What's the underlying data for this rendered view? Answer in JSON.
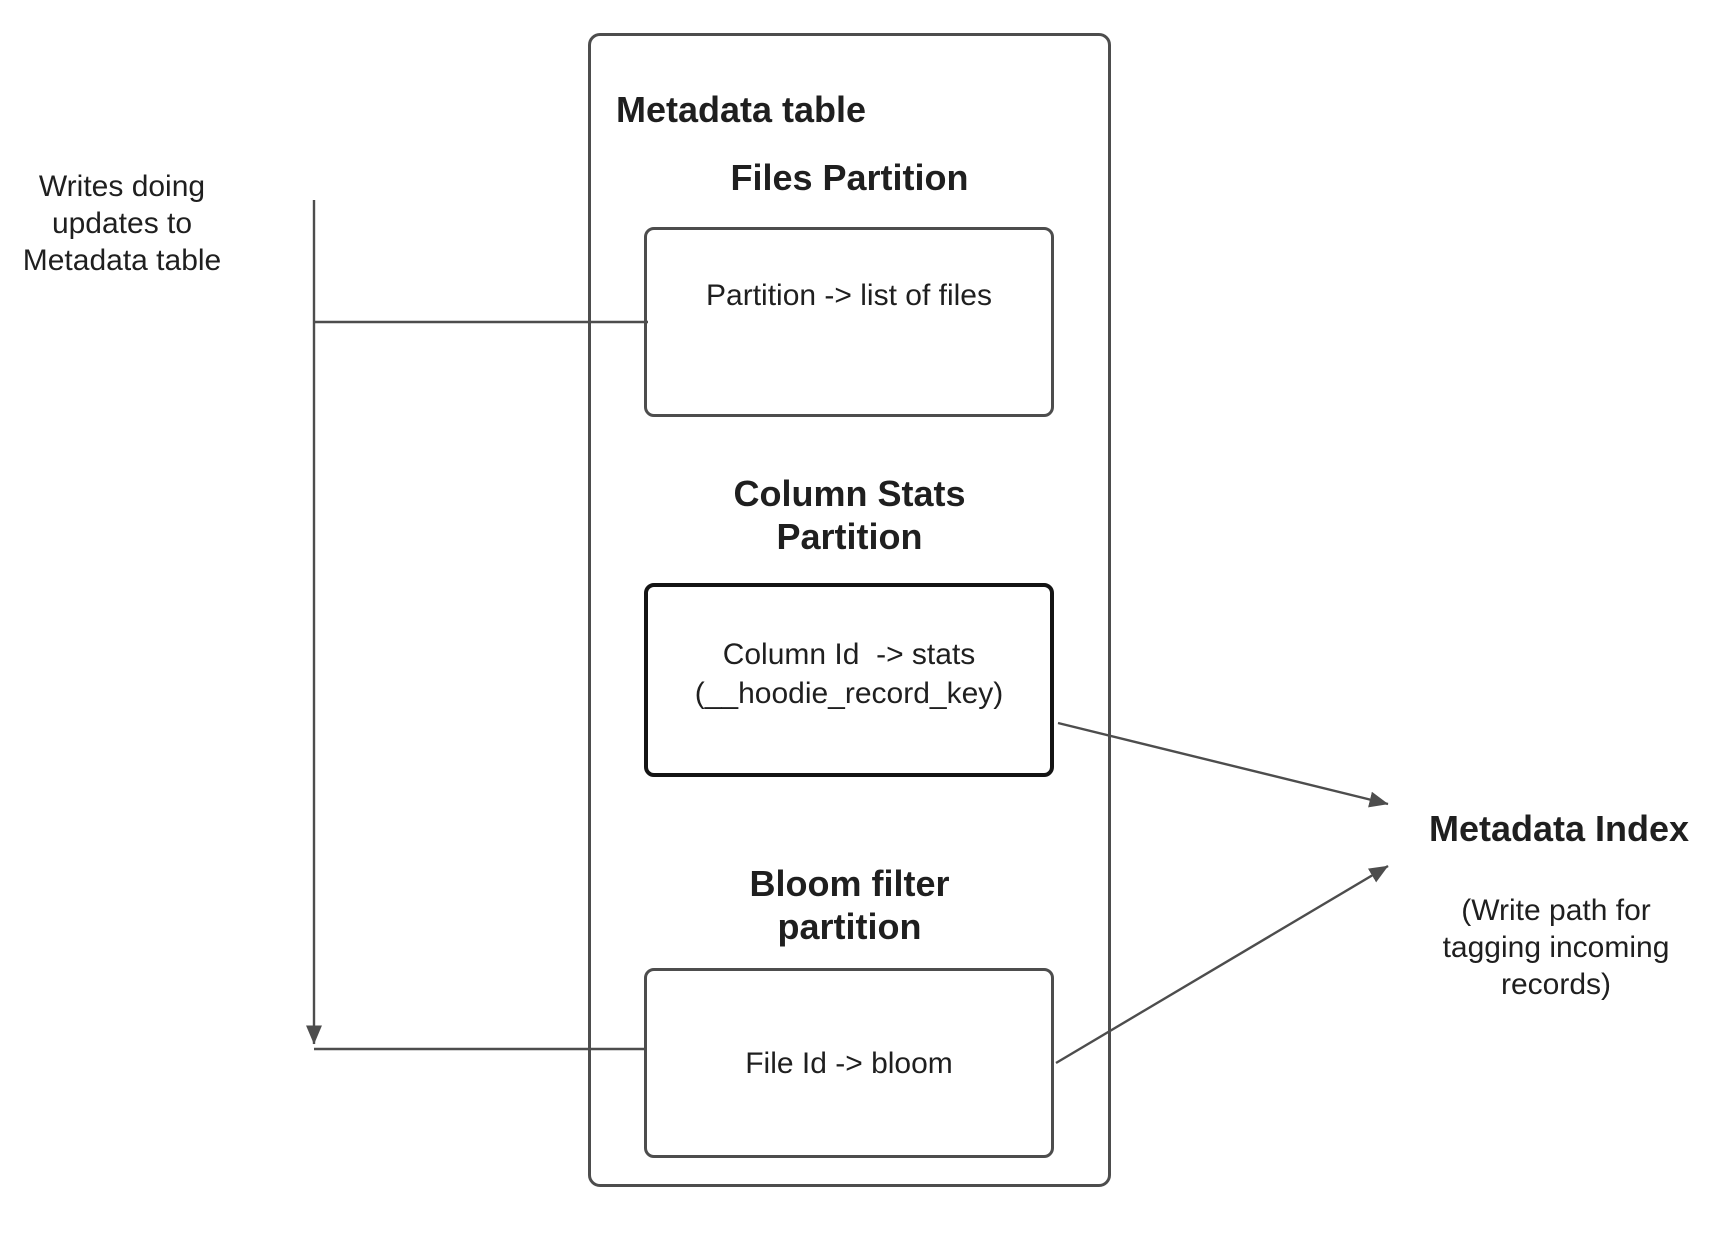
{
  "left_note": {
    "text": "Writes doing\nupdates to\nMetadata table"
  },
  "metadata_table": {
    "title": "Metadata table",
    "sections": {
      "files": {
        "heading": "Files Partition",
        "box_text": "Partition -> list of files"
      },
      "column_stats": {
        "heading": "Column Stats\nPartition",
        "box_text": "Column Id  -> stats\n(__hoodie_record_key)"
      },
      "bloom": {
        "heading": "Bloom filter\npartition",
        "box_text": "File Id -> bloom"
      }
    }
  },
  "metadata_index": {
    "title": "Metadata Index",
    "subtitle": "(Write path for\ntagging incoming\nrecords)"
  },
  "colors": {
    "line": "#4d4d4d",
    "box_border": "#4d4d4d",
    "highlight_border": "#141414",
    "text": "#1f1f1f"
  }
}
